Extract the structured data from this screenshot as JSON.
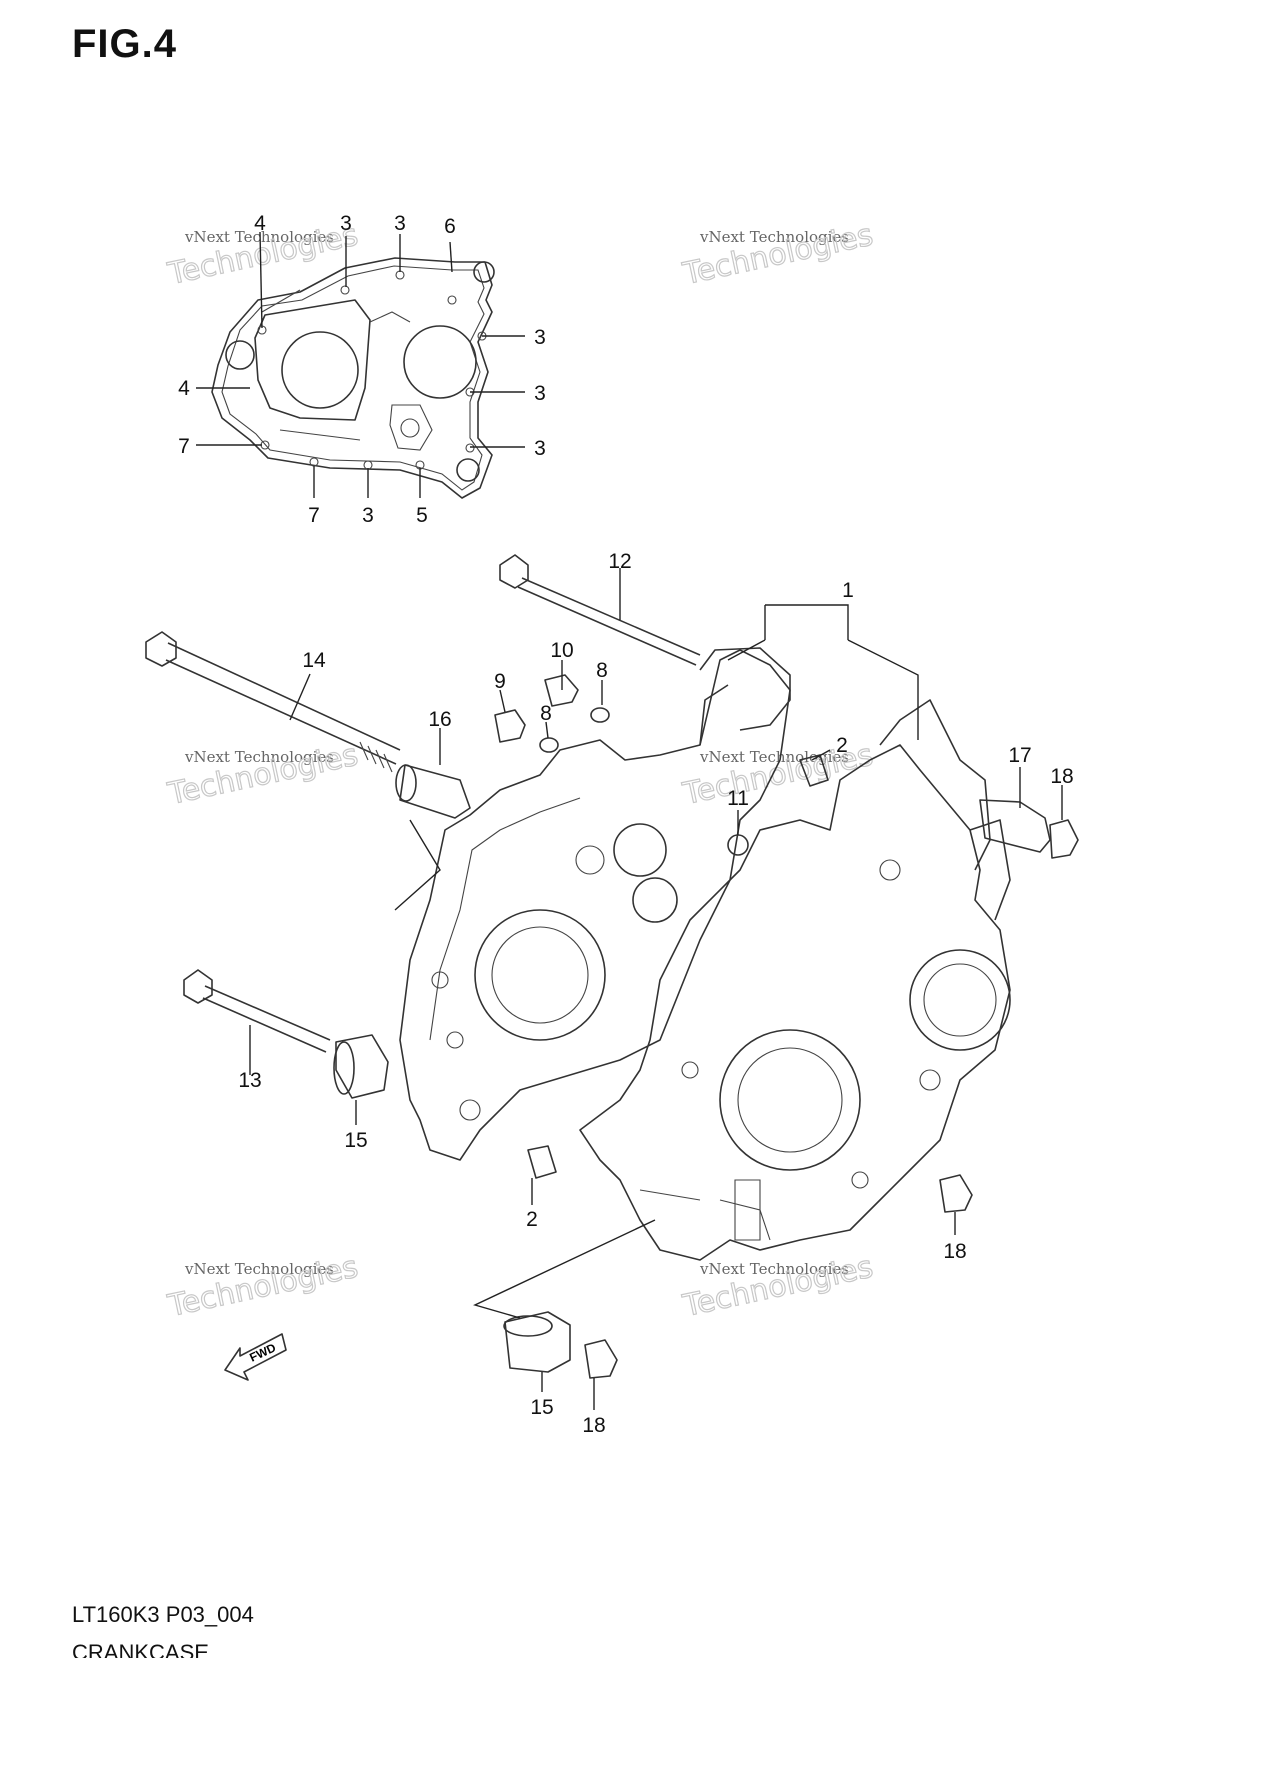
{
  "figure": {
    "title": "FIG.4",
    "model_code": "LT160K3 P03_004",
    "section": "CRANKCASE"
  },
  "watermark": {
    "line1": "vNext Technologies",
    "line2": "vNext",
    "line3": "Technologies"
  },
  "fwd_label": "FWD",
  "callouts": {
    "gasket": [
      "4",
      "3",
      "3",
      "6",
      "3",
      "4",
      "3",
      "7",
      "3",
      "7",
      "3",
      "5"
    ],
    "main": [
      "12",
      "1",
      "14",
      "10",
      "8",
      "9",
      "8",
      "16",
      "2",
      "17",
      "18",
      "11",
      "13",
      "15",
      "2",
      "18",
      "15",
      "18"
    ]
  }
}
